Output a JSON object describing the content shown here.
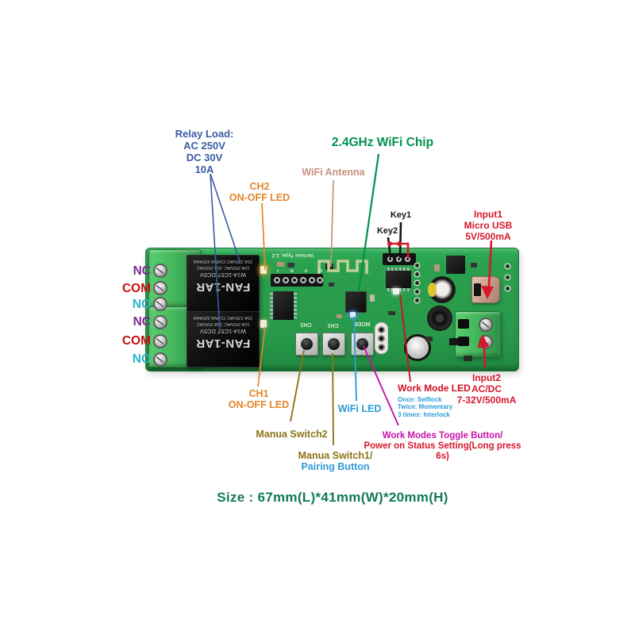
{
  "colors": {
    "annotation_blue": "#3B5BA5",
    "annotation_orange": "#E2862A",
    "annotation_green": "#00914B",
    "annotation_rosybrown": "#C69080",
    "annotation_red": "#D6182B",
    "annotation_magenta": "#C711A8",
    "annotation_olive": "#8D7518",
    "annotation_lightblue": "#2E9BD6",
    "terminal_purple": "#7B2F8F",
    "terminal_red": "#C41111",
    "terminal_cyan": "#2FB6C9",
    "size_green": "#117B52",
    "pcb_green": "#2AA04E"
  },
  "annotations": {
    "relay_load": {
      "lines": [
        "Relay Load:",
        "AC 250V",
        "DC 30V",
        "10A"
      ]
    },
    "ch2_led": {
      "lines": [
        "CH2",
        "ON-OFF LED"
      ]
    },
    "wifi_antenna": {
      "text": "WiFi Antenna"
    },
    "wifi_chip": {
      "text": "2.4GHz WiFi Chip"
    },
    "key1": {
      "text": "Key1"
    },
    "key2": {
      "text": "Key2"
    },
    "input1": {
      "lines": [
        "Input1",
        "Micro USB",
        "5V/500mA"
      ]
    },
    "terminals": [
      {
        "text": "NC"
      },
      {
        "text": "COM"
      },
      {
        "text": "NO"
      },
      {
        "text": "NC"
      },
      {
        "text": "COM"
      },
      {
        "text": "NO"
      }
    ],
    "ch1_led": {
      "lines": [
        "CH1",
        "ON-OFF LED"
      ]
    },
    "manua_switch2": {
      "text": "Manua Switch2"
    },
    "manua_switch1": {
      "line1": "Manua Switch1/",
      "line2": "Pairing Button"
    },
    "wifi_led": {
      "text": "WiFi LED"
    },
    "work_mode_led": {
      "title": "Work Mode LED",
      "sub": [
        "Once: Selflock",
        "Twice: Momentary",
        "3 times: Interlock"
      ]
    },
    "work_modes_toggle": {
      "line1": "Work Modes Toggle Button/",
      "line2": "Power on Status Setting(Long press 6s)"
    },
    "input2": {
      "lines": [
        "Input2",
        "AC/DC",
        "7-32V/500mA"
      ]
    },
    "size": {
      "text": "Size : 67mm(L)*41mm(W)*20mm(H)"
    }
  },
  "pcb": {
    "silkscreen": {
      "version": "Version Type_2.2",
      "button1": "CH2",
      "button2": "CH1",
      "button3": "MODE",
      "header_pins": "G V R T"
    },
    "relay": {
      "brand": "FAN-1AR",
      "model": "W14-1C5T  DC5V",
      "rating1": "10A 250VAC   10A 250VAC",
      "rating2": "15A 125VAC   CHINA 9Z04AA"
    }
  }
}
